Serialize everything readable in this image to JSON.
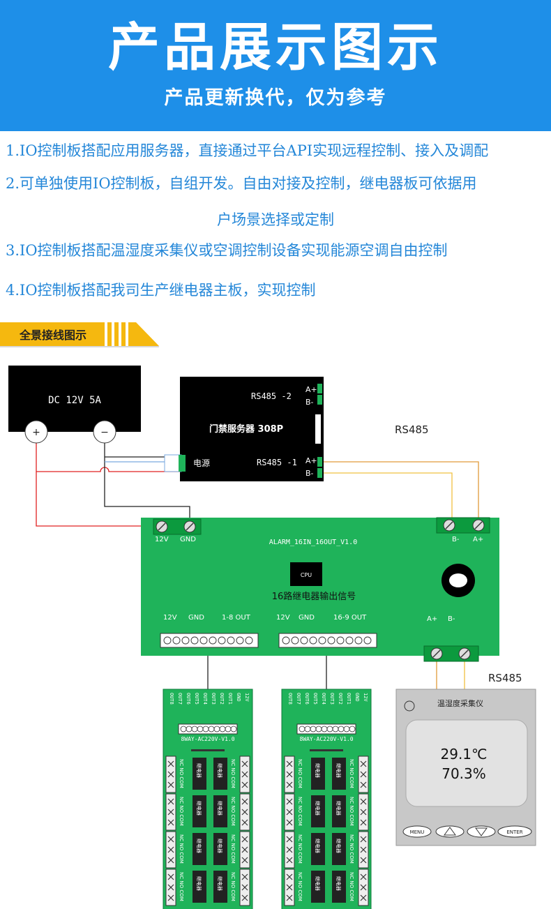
{
  "banner": {
    "title": "产品展示图示",
    "subtitle": "产品更新换代，仅为参考"
  },
  "descriptions": [
    "1.IO控制板搭配应用服务器，直接通过平台API实现远程控制、接入及调配",
    "2.可单独使用IO控制板，自组开发。自由对接及控制，继电器板可依据用",
    "户场景选择或定制",
    "3.IO控制板搭配温湿度采集仪或空调控制设备实现能源空调自由控制",
    "4.IO控制板搭配我司生产继电器主板，实现控制"
  ],
  "section": {
    "label": "全景接线图示"
  },
  "psu": {
    "label": "DC 12V 5A",
    "plus": "+",
    "minus": "−"
  },
  "server": {
    "rs485_2": "RS485 -2",
    "name": "门禁服务器 308P",
    "power": "电源",
    "rs485_1": "RS485 -1",
    "a_plus": "A+",
    "b_minus": "B-"
  },
  "rs485_label_top": "RS485",
  "rs485_label_bottom": "RS485",
  "controller": {
    "model": "ALARM_16IN_16OUT_V1.0",
    "cpu": "CPU",
    "output_desc": "16路继电器输出信号",
    "power_12v": "12V",
    "power_gnd": "GND",
    "b_minus": "B-",
    "a_plus": "A+",
    "left_hdr": [
      "12V",
      "GND",
      "1-8 OUT"
    ],
    "right_hdr": [
      "12V",
      "GND",
      "16-9 OUT"
    ],
    "bottom_a": "A+",
    "bottom_b": "B-"
  },
  "relay_board": {
    "pins": [
      "OUT8",
      "OUT7",
      "OUT6",
      "OUT5",
      "OUT4",
      "OUT3",
      "OUT2",
      "OUT1",
      "GND",
      "12V"
    ],
    "model": "8WAY-AC220V-V1.0",
    "contact": "NC NO COM",
    "relay": "继电器"
  },
  "sensor": {
    "title": "温湿度采集仪",
    "temp": "29.1℃",
    "humidity": "70.3%",
    "buttons": [
      "MENU",
      "ENTER"
    ]
  },
  "colors": {
    "banner": "#1e8fe8",
    "desc_text": "#2487d8",
    "pcb": "#1fb35a",
    "tag": "#f5b80f",
    "wire_red": "#e02020",
    "wire_orange": "#e09a3a"
  }
}
